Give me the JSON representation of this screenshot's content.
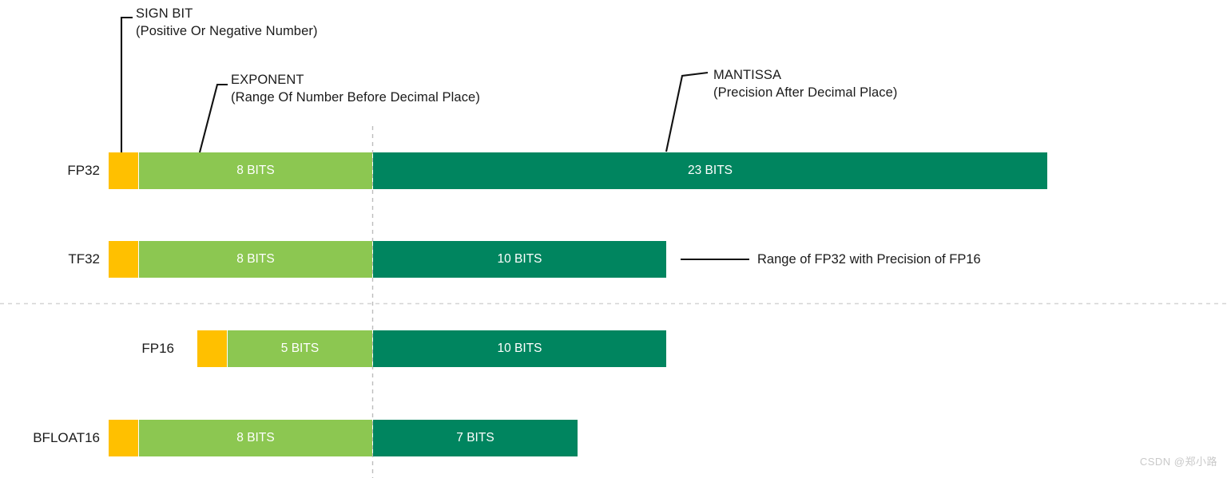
{
  "diagram": {
    "title_hidden": "Floating point format bit layouts",
    "colors": {
      "sign": "#FFC000",
      "exponent": "#8CC751",
      "mantissa": "#00855F",
      "text": "#1b1b1b",
      "dashed_guide": "#cfcfcf",
      "leader": "#111111",
      "watermark": "#c9c9c9"
    },
    "callouts": [
      {
        "name": "sign-bit",
        "title": "SIGN BIT",
        "subtitle": "(Positive Or Negative Number)"
      },
      {
        "name": "exponent",
        "title": "EXPONENT",
        "subtitle": "(Range Of Number Before Decimal Place)"
      },
      {
        "name": "mantissa",
        "title": "MANTISSA",
        "subtitle": "(Precision After Decimal Place)"
      }
    ],
    "rows": [
      {
        "name": "fp32",
        "label": "FP32",
        "sign_label": "",
        "exponent_label": "8 BITS",
        "mantissa_label": "23 BITS"
      },
      {
        "name": "tf32",
        "label": "TF32",
        "sign_label": "",
        "exponent_label": "8 BITS",
        "mantissa_label": "10 BITS"
      },
      {
        "name": "fp16",
        "label": "FP16",
        "sign_label": "",
        "exponent_label": "5 BITS",
        "mantissa_label": "10 BITS"
      },
      {
        "name": "bfloat16",
        "label": "BFLOAT16",
        "sign_label": "",
        "exponent_label": "8 BITS",
        "mantissa_label": "7 BITS"
      }
    ],
    "note": {
      "name": "tf32-range-note",
      "text": "Range of FP32 with Precision of FP16"
    },
    "watermark": "CSDN @郑小路"
  },
  "chart_data": {
    "type": "bar",
    "title": "Floating point numeric format bit widths",
    "categories": [
      "FP32",
      "TF32",
      "FP16",
      "BFLOAT16"
    ],
    "series": [
      {
        "name": "Sign bit",
        "values": [
          1,
          1,
          1,
          1
        ]
      },
      {
        "name": "Exponent",
        "values": [
          8,
          8,
          5,
          8
        ]
      },
      {
        "name": "Mantissa",
        "values": [
          23,
          10,
          10,
          7
        ]
      }
    ],
    "legend": [
      "SIGN BIT (Positive Or Negative Number)",
      "EXPONENT (Range Of Number Before Decimal Place)",
      "MANTISSA (Precision After Decimal Place)"
    ],
    "annotations": [
      "Range of FP32 with Precision of FP16"
    ],
    "xlabel": "",
    "ylabel": "",
    "grid": false,
    "legend_position": "callouts"
  }
}
